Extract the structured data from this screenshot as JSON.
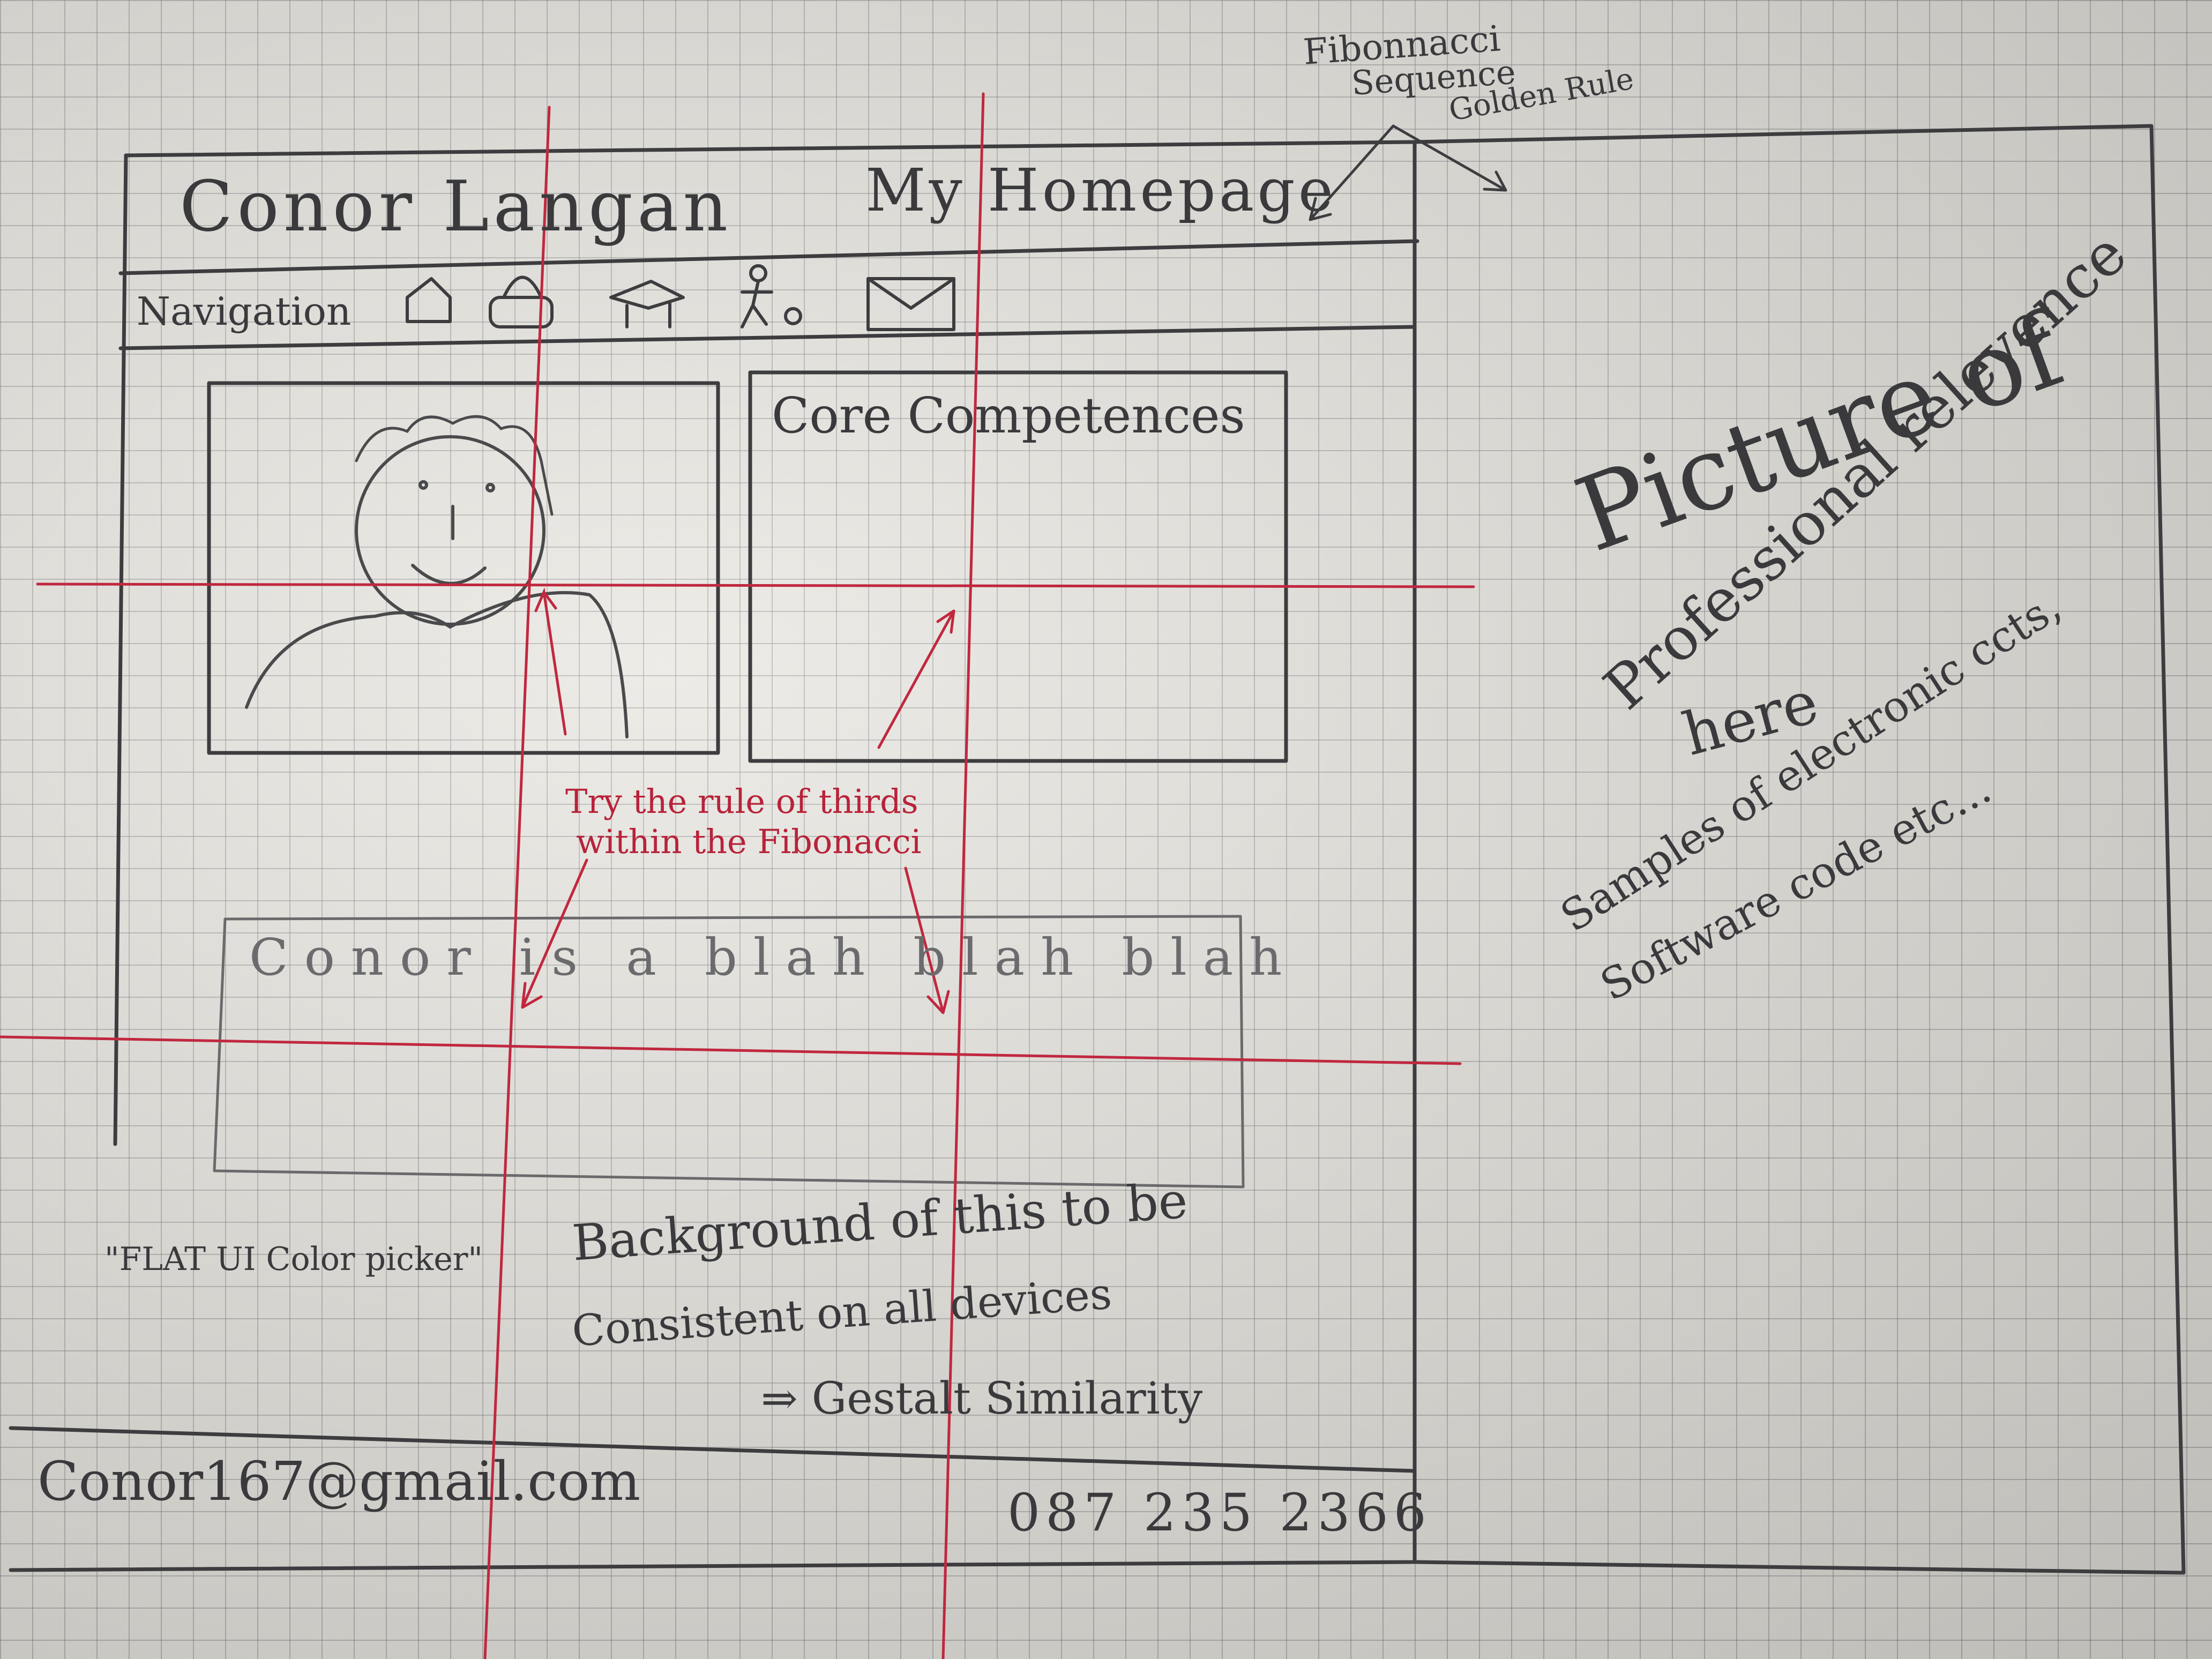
{
  "header": {
    "name": "Conor Langan",
    "page_title": "My Homepage"
  },
  "nav": {
    "label": "Navigation",
    "icons": [
      "home-icon",
      "lock-icon",
      "graduation-cap-icon",
      "person-icon",
      "mail-icon"
    ]
  },
  "panels": {
    "profile_picture_icon": "face-sketch-icon",
    "competences_title": "Core Competences"
  },
  "bio": {
    "text": "Conor is a blah blah blah"
  },
  "annotations": {
    "fibonacci_line1": "Fibonnacci",
    "fibonacci_line2": "Sequence",
    "fibonacci_line3": "Golden Rule",
    "thirds_line1": "Try the rule of thirds",
    "thirds_line2": "within the Fibonacci",
    "color_picker": "\"FLAT UI Color picker\"",
    "background_line1": "Background of this to be",
    "background_line2": "Consistent on all devices",
    "background_line3": "⇒ Gestalt Similarity",
    "side_line1": "Picture of",
    "side_line2": "Professional relevence",
    "side_line3": "here",
    "side_line4": "Samples of electronic ccts,",
    "side_line5": "Software code etc..."
  },
  "footer": {
    "email": "Conor167@gmail.com",
    "phone": "087 235 2366"
  },
  "colors": {
    "ink": "#3a3a3d",
    "red_pen": "#b8233a",
    "paper": "#e7e5df"
  }
}
